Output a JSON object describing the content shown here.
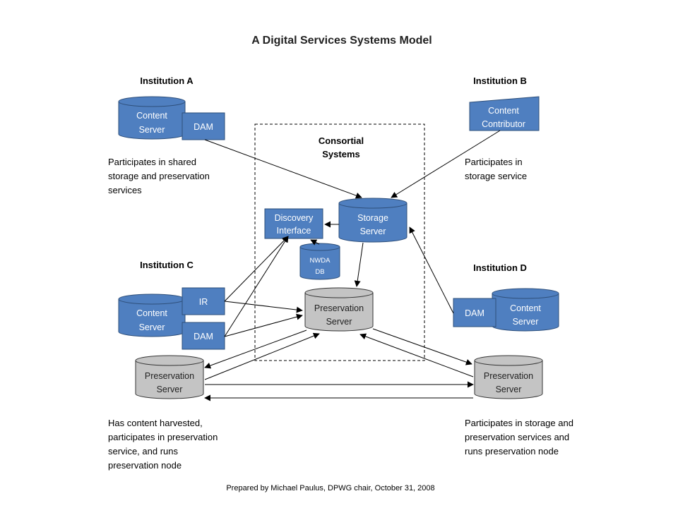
{
  "title": "A Digital Services Systems Model",
  "institutions": {
    "a": {
      "heading": "Institution A",
      "server": [
        "Content",
        "Server"
      ],
      "dam": "DAM",
      "description": [
        "Participates in shared",
        "storage and preservation",
        "services"
      ]
    },
    "b": {
      "heading": "Institution B",
      "contributor": [
        "Content",
        "Contributor"
      ],
      "description": [
        "Participates in",
        "storage service"
      ]
    },
    "c": {
      "heading": "Institution C",
      "server": [
        "Content",
        "Server"
      ],
      "ir": "IR",
      "dam": "DAM",
      "preservation": [
        "Preservation",
        "Server"
      ],
      "description": [
        "Has content harvested,",
        "participates in preservation",
        "service, and runs",
        "preservation node"
      ]
    },
    "d": {
      "heading": "Institution D",
      "server": [
        "Content",
        "Server"
      ],
      "dam": "DAM",
      "preservation": [
        "Preservation",
        "Server"
      ],
      "description": [
        "Participates in storage and",
        "preservation services and",
        "runs preservation node"
      ]
    }
  },
  "consortial": {
    "heading": [
      "Consortial",
      "Systems"
    ],
    "discovery": [
      "Discovery",
      "Interface"
    ],
    "storage": [
      "Storage",
      "Server"
    ],
    "nwda": [
      "NWDA",
      "DB"
    ],
    "preservation": [
      "Preservation",
      "Server"
    ]
  },
  "footer": "Prepared by Michael Paulus, DPWG chair, October 31, 2008",
  "colors": {
    "blue": "#4f7fc0",
    "gray": "#c4c4c4"
  }
}
